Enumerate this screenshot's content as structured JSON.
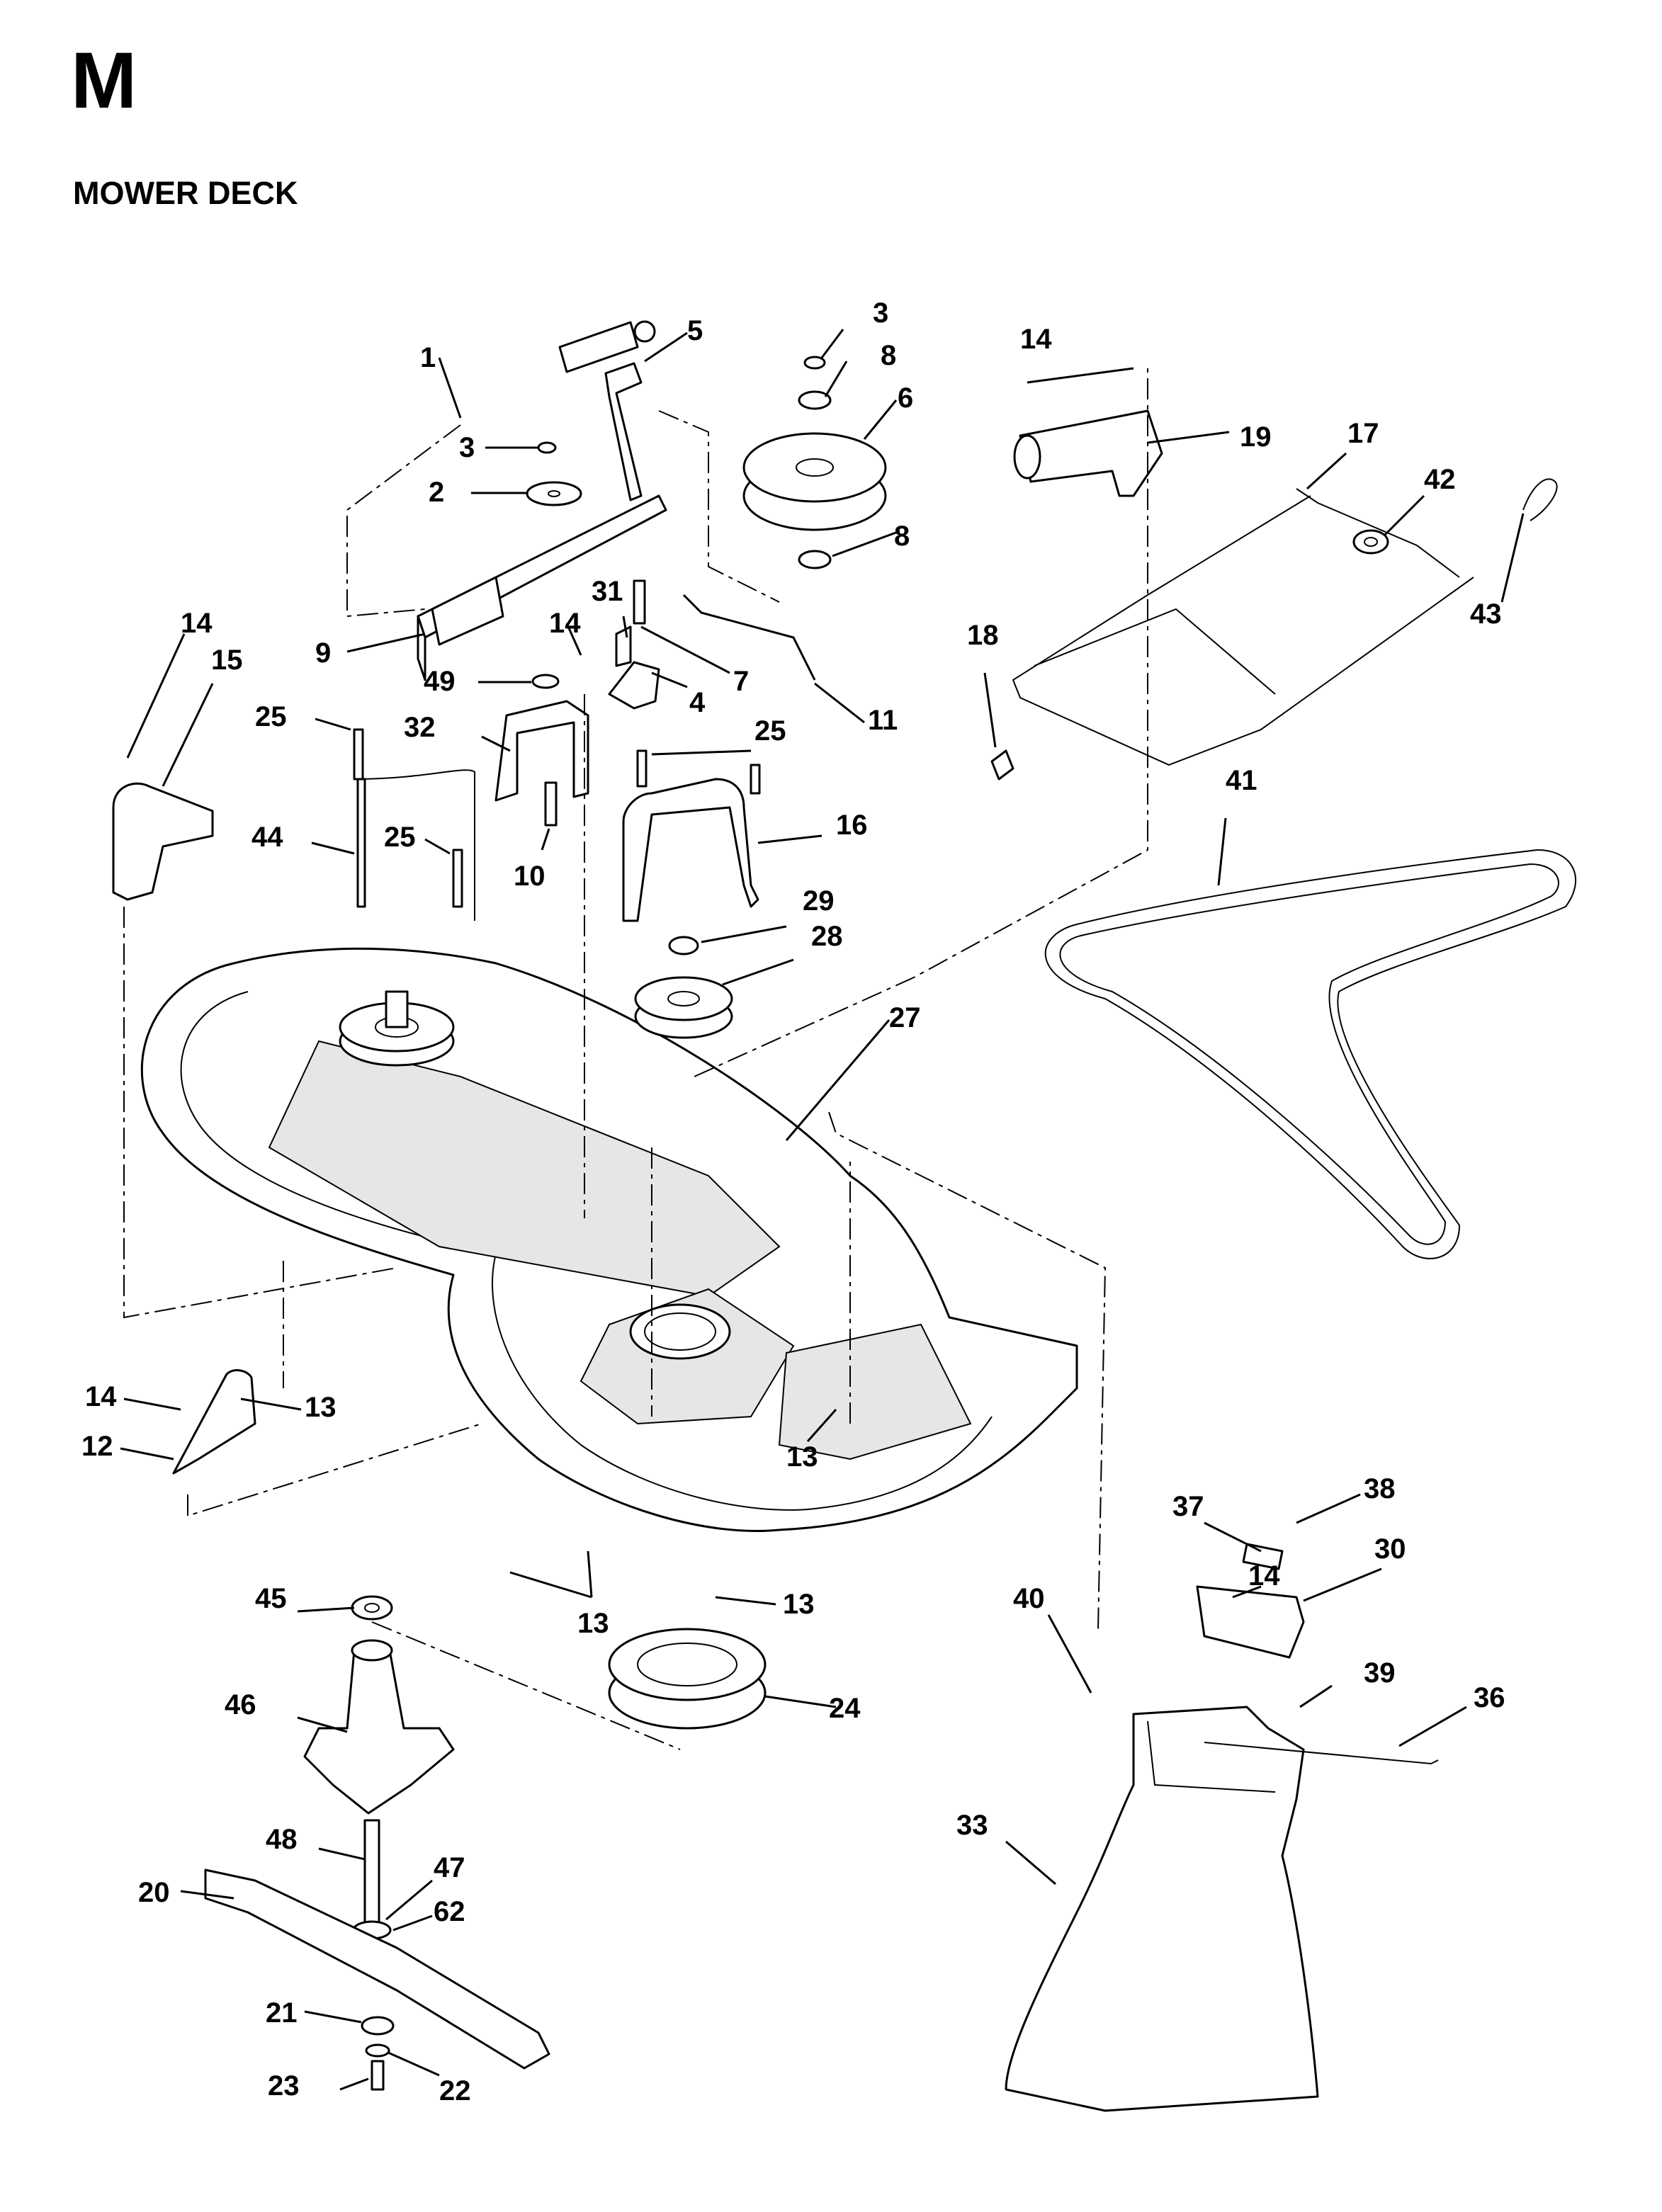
{
  "header": {
    "section_letter": "M",
    "title": "MOWER DECK"
  },
  "callouts": [
    {
      "id": "c1",
      "text": "1"
    },
    {
      "id": "c2",
      "text": "2"
    },
    {
      "id": "c3a",
      "text": "3"
    },
    {
      "id": "c3b",
      "text": "3"
    },
    {
      "id": "c4",
      "text": "4"
    },
    {
      "id": "c5",
      "text": "5"
    },
    {
      "id": "c6",
      "text": "6"
    },
    {
      "id": "c7",
      "text": "7"
    },
    {
      "id": "c8a",
      "text": "8"
    },
    {
      "id": "c8b",
      "text": "8"
    },
    {
      "id": "c9",
      "text": "9"
    },
    {
      "id": "c10",
      "text": "10"
    },
    {
      "id": "c11",
      "text": "11"
    },
    {
      "id": "c12",
      "text": "12"
    },
    {
      "id": "c13a",
      "text": "13"
    },
    {
      "id": "c13b",
      "text": "13"
    },
    {
      "id": "c13c",
      "text": "13"
    },
    {
      "id": "c13d",
      "text": "13"
    },
    {
      "id": "c14a",
      "text": "14"
    },
    {
      "id": "c14b",
      "text": "14"
    },
    {
      "id": "c14c",
      "text": "14"
    },
    {
      "id": "c14d",
      "text": "14"
    },
    {
      "id": "c14e",
      "text": "14"
    },
    {
      "id": "c15",
      "text": "15"
    },
    {
      "id": "c16",
      "text": "16"
    },
    {
      "id": "c17",
      "text": "17"
    },
    {
      "id": "c18",
      "text": "18"
    },
    {
      "id": "c19",
      "text": "19"
    },
    {
      "id": "c20",
      "text": "20"
    },
    {
      "id": "c21",
      "text": "21"
    },
    {
      "id": "c22",
      "text": "22"
    },
    {
      "id": "c23",
      "text": "23"
    },
    {
      "id": "c24",
      "text": "24"
    },
    {
      "id": "c25a",
      "text": "25"
    },
    {
      "id": "c25b",
      "text": "25"
    },
    {
      "id": "c25c",
      "text": "25"
    },
    {
      "id": "c27",
      "text": "27"
    },
    {
      "id": "c28",
      "text": "28"
    },
    {
      "id": "c29",
      "text": "29"
    },
    {
      "id": "c30",
      "text": "30"
    },
    {
      "id": "c31",
      "text": "31"
    },
    {
      "id": "c32",
      "text": "32"
    },
    {
      "id": "c33",
      "text": "33"
    },
    {
      "id": "c36",
      "text": "36"
    },
    {
      "id": "c37",
      "text": "37"
    },
    {
      "id": "c38",
      "text": "38"
    },
    {
      "id": "c39",
      "text": "39"
    },
    {
      "id": "c40",
      "text": "40"
    },
    {
      "id": "c41",
      "text": "41"
    },
    {
      "id": "c42",
      "text": "42"
    },
    {
      "id": "c43",
      "text": "43"
    },
    {
      "id": "c44",
      "text": "44"
    },
    {
      "id": "c45",
      "text": "45"
    },
    {
      "id": "c46",
      "text": "46"
    },
    {
      "id": "c47",
      "text": "47"
    },
    {
      "id": "c48",
      "text": "48"
    },
    {
      "id": "c49",
      "text": "49"
    },
    {
      "id": "c62",
      "text": "62"
    }
  ]
}
